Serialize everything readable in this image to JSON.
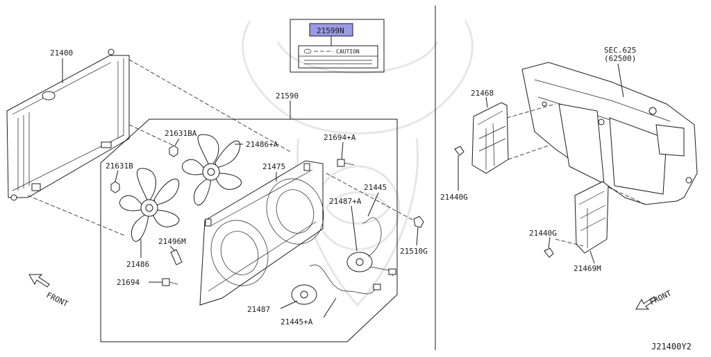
{
  "diagram_id": "J21400Y2",
  "label_part_number": "21599N",
  "label_caution_text": "CAUTION",
  "colors": {
    "highlight": "#9a9ae6",
    "line": "#1a1a1a",
    "background": "#ffffff"
  },
  "callouts": {
    "c21400": "21400",
    "c21590": "21590",
    "c21631BA": "21631BA",
    "c21486A": "21486+A",
    "c21694A": "21694+A",
    "c21631B": "21631B",
    "c21475": "21475",
    "c21445": "21445",
    "c21487A": "21487+A",
    "c21496M": "21496M",
    "c21510G": "21510G",
    "c21486": "21486",
    "c21694": "21694",
    "c21487": "21487",
    "c21445A": "21445+A",
    "c21468": "21468",
    "sec625": "SEC.625",
    "sec62500": "(62500)",
    "c21440G_top": "21440G",
    "c21440G_bottom": "21440G",
    "c21469M": "21469M"
  },
  "front_labels": {
    "left": "FRONT",
    "right": "FRONT"
  }
}
